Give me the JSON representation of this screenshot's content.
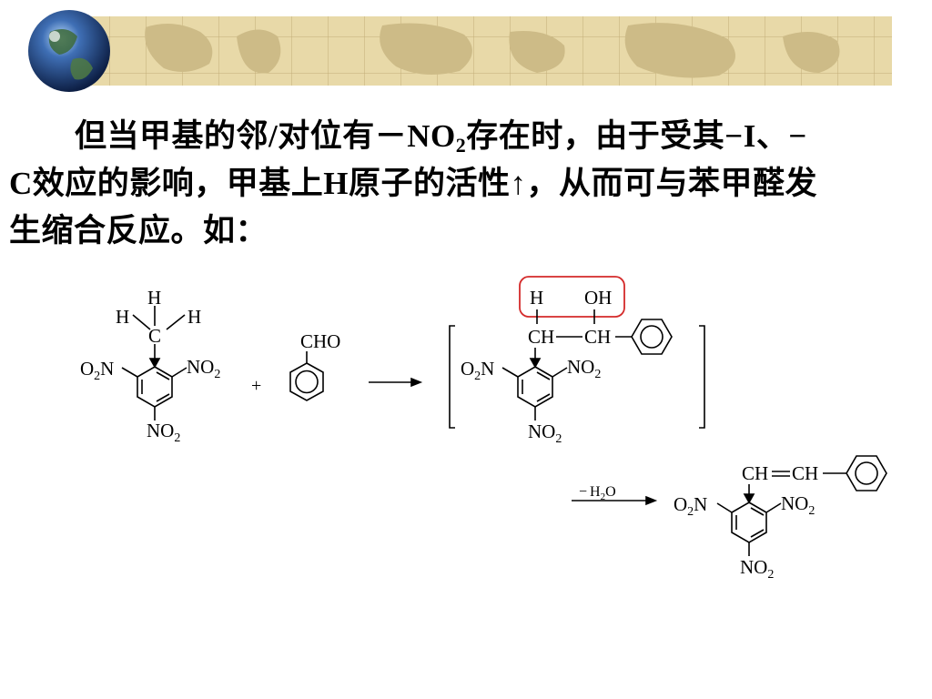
{
  "colors": {
    "parchment": "#e8d9a8",
    "continent": "#cdbb87",
    "highlight_box": "#d42a2a",
    "globe": "#2a4f8a"
  },
  "banner": {
    "globe_icon": "globe-icon",
    "map_strip": "world-map-strip"
  },
  "paragraph": {
    "line1_a": "但当甲基的邻/对位有－NO",
    "line1_sub": "2",
    "line1_b": "存在时，由于受其",
    "line1_c": "−I、−",
    "line2": "C效应的影响，甲基上H原子的活性↑，从而可与苯甲醛发",
    "line3": "生缩合反应。如："
  },
  "reaction": {
    "reactant1": {
      "h_top": "H",
      "h_left": "H",
      "h_right": "H",
      "c": "C",
      "o2n_left": "O",
      "o2n_sub": "2",
      "o2n_n": "N",
      "no2_right": "NO",
      "no2_right_sub": "2",
      "no2_bottom": "NO",
      "no2_bottom_sub": "2"
    },
    "plus": "+",
    "reactant2": {
      "cho": "CHO"
    },
    "intermediate": {
      "h": "H",
      "oh": "OH",
      "ch1": "CH",
      "ch2": "CH",
      "o2n_left": "O",
      "o2n_sub": "2",
      "o2n_n": "N",
      "no2_right": "NO",
      "no2_right_sub": "2",
      "no2_bottom": "NO",
      "no2_bottom_sub": "2"
    },
    "condition": {
      "minus": "−",
      "h": "H",
      "sub": "2",
      "o": "O"
    },
    "product": {
      "ch1": "CH",
      "eq": "═",
      "ch2": "CH",
      "o2n_left": "O",
      "o2n_sub": "2",
      "o2n_n": "N",
      "no2_right": "NO",
      "no2_right_sub": "2",
      "no2_bottom": "NO",
      "no2_bottom_sub": "2"
    }
  }
}
